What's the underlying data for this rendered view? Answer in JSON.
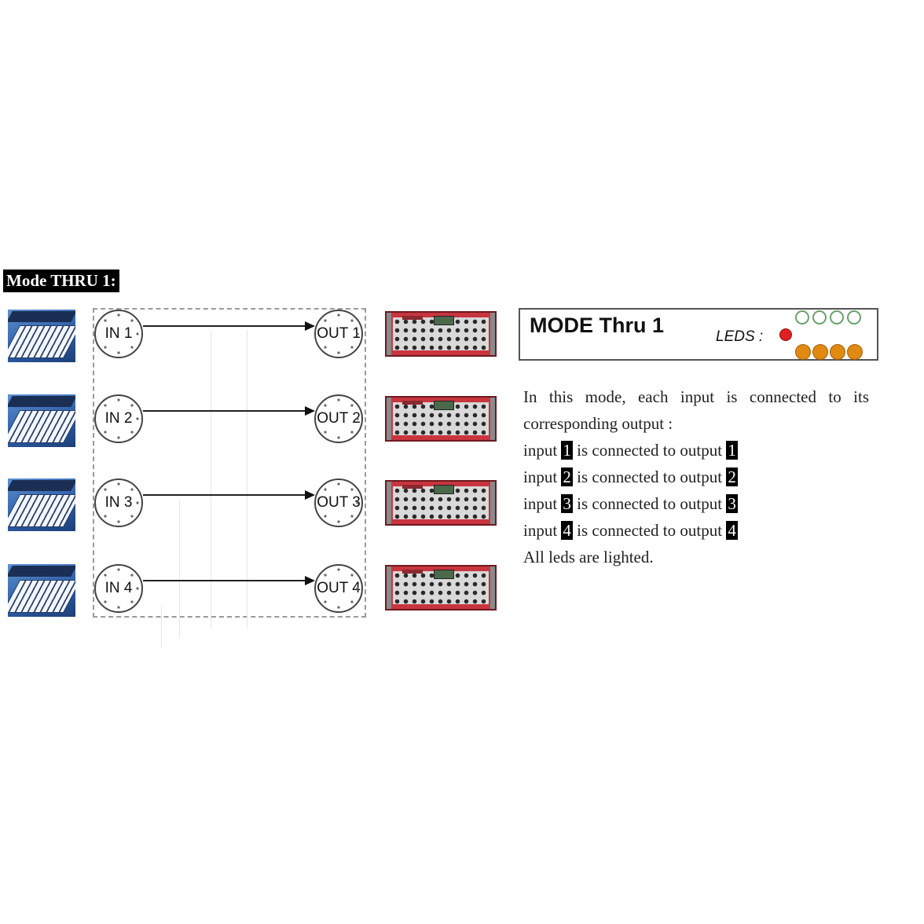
{
  "heading": "Mode THRU 1:",
  "inputs": [
    "IN 1",
    "IN 2",
    "IN 3",
    "IN 4"
  ],
  "outputs": [
    "OUT 1",
    "OUT 2",
    "OUT 3",
    "OUT 4"
  ],
  "panel": {
    "title": "MODE Thru 1",
    "leds_label": "LEDS :"
  },
  "colors": {
    "led_red": "#e02020",
    "led_green": "#6aa06a",
    "led_orange": "#e08a12",
    "synth_red": "#c8353f",
    "keyboard_blue": "#2f5fa8"
  },
  "description": {
    "intro_1": "In this mode, each input is connected to its",
    "intro_2": "corresponding output :",
    "word_input": "input",
    "word_connected": "is connected to output",
    "mappings": [
      {
        "in": "1",
        "out": "1"
      },
      {
        "in": "2",
        "out": "2"
      },
      {
        "in": "3",
        "out": "3"
      },
      {
        "in": "4",
        "out": "4"
      }
    ],
    "footer": "All leds are lighted."
  }
}
